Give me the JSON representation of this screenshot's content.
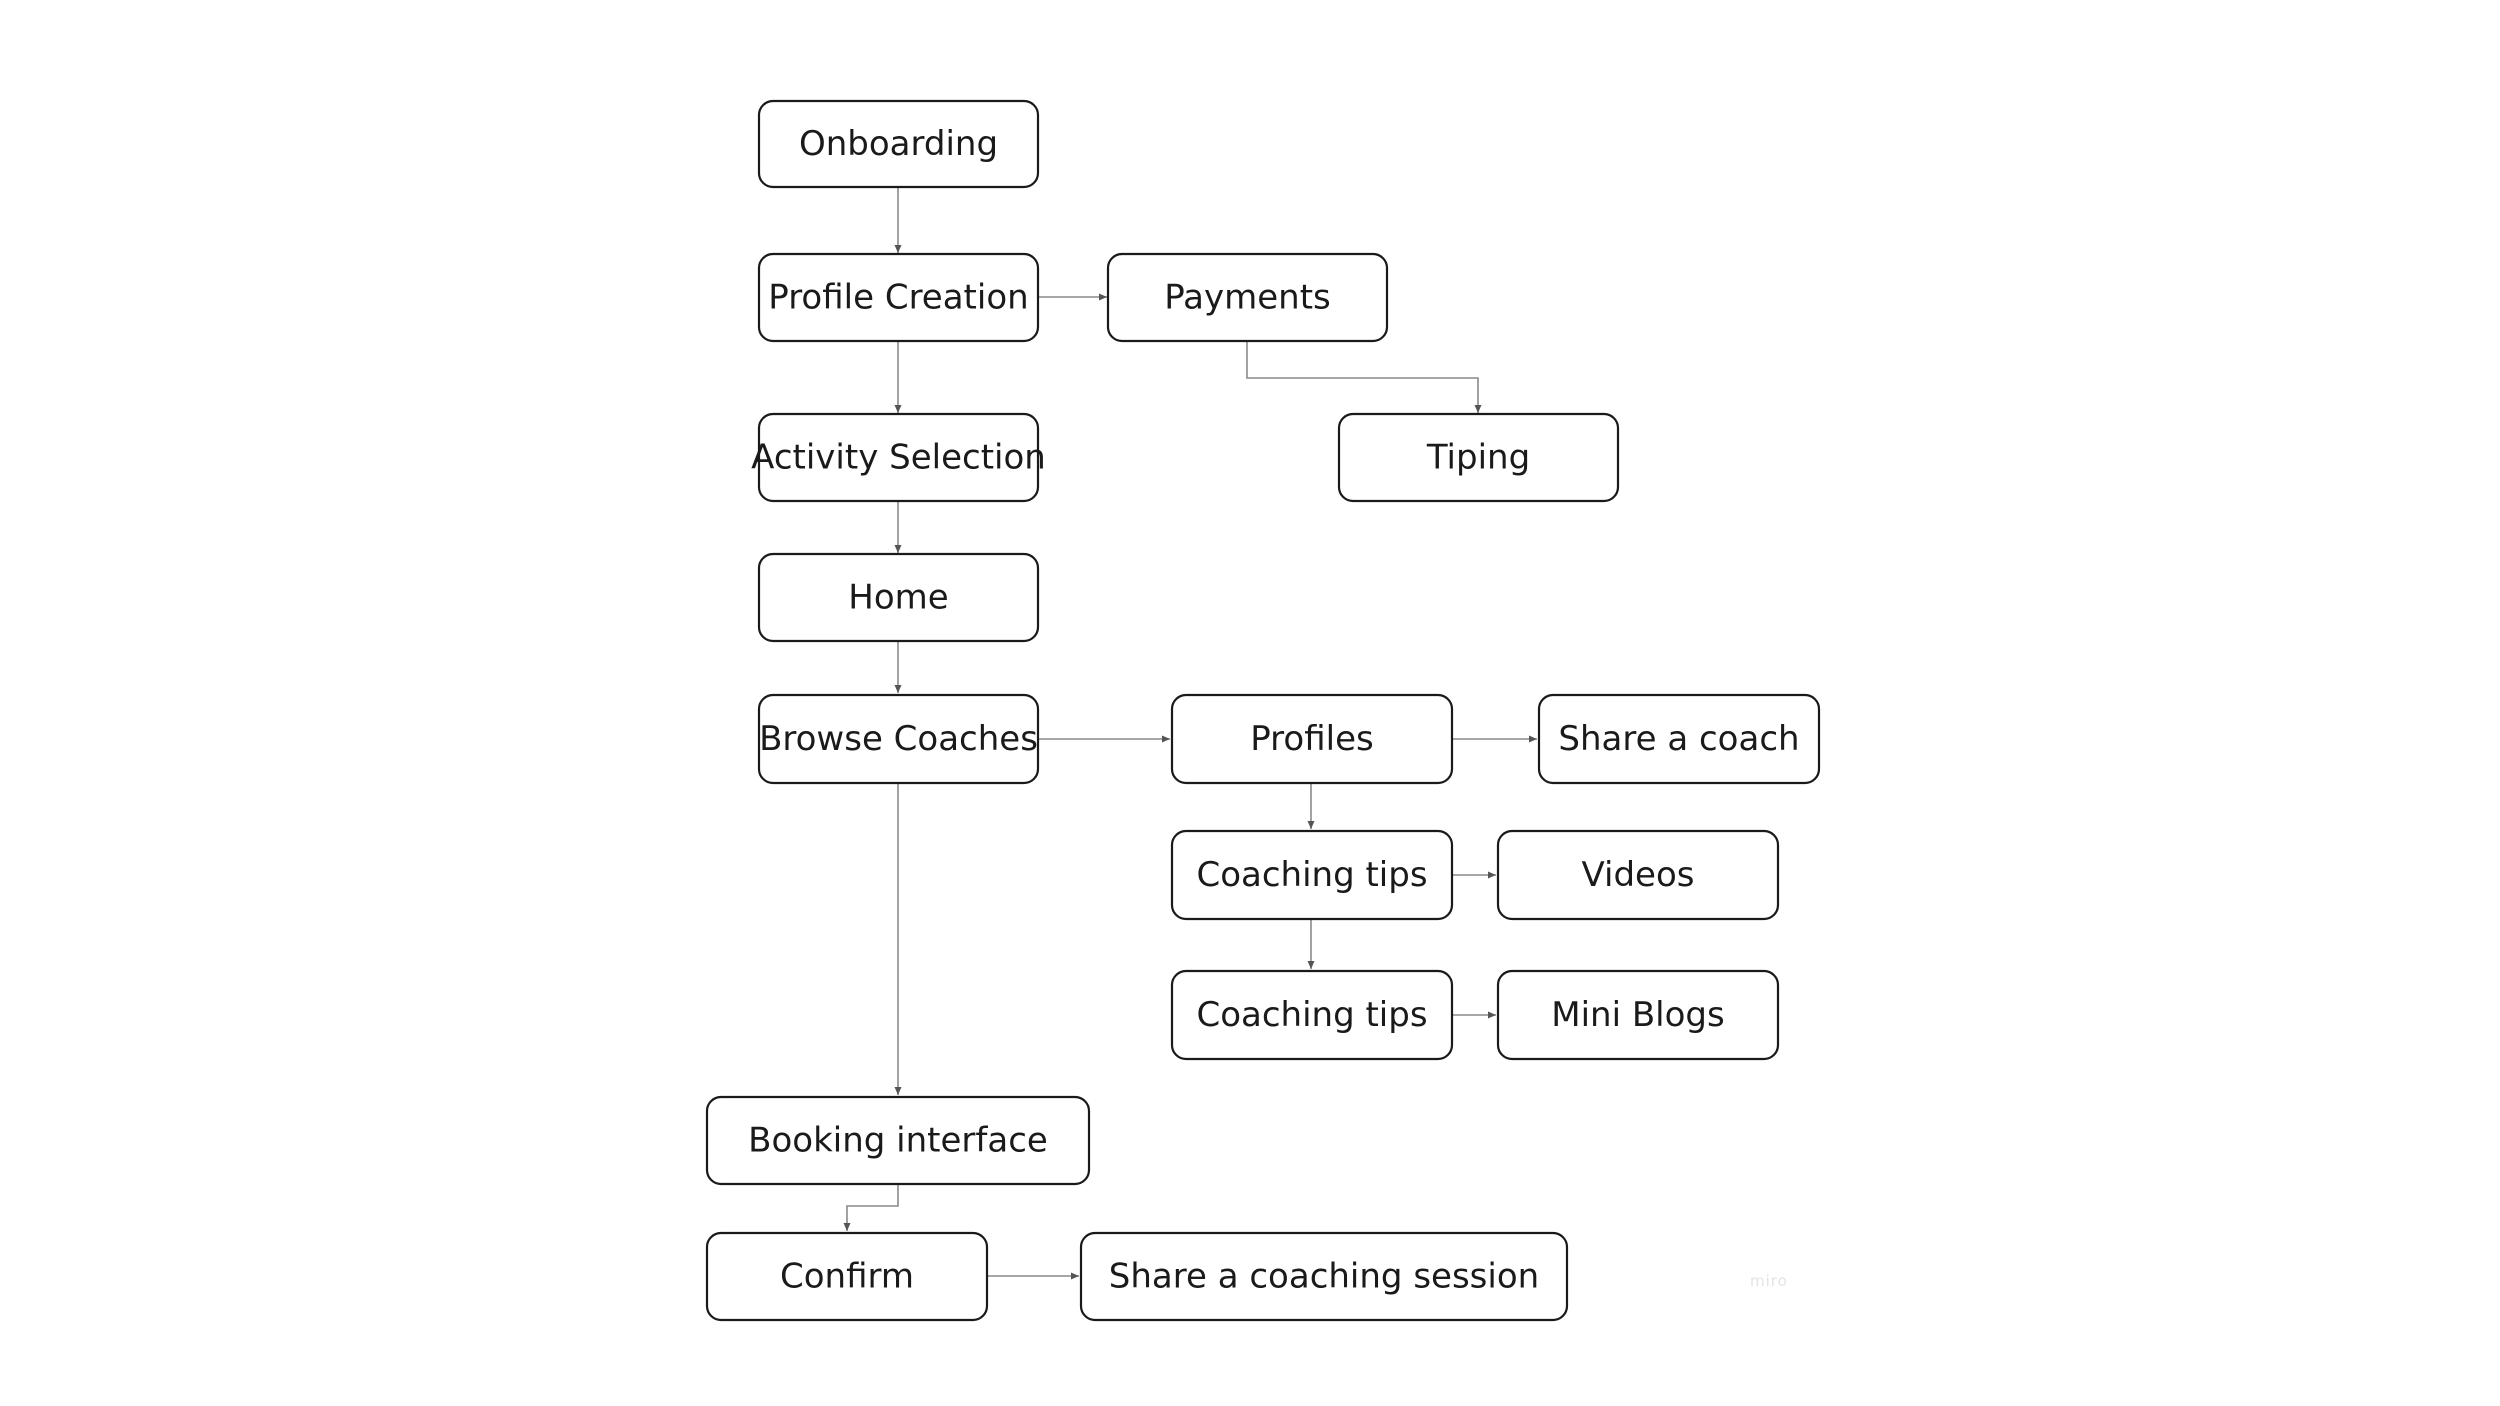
{
  "diagram": {
    "nodes": {
      "onboarding": "Onboarding",
      "profile_creation": "Profile Creation",
      "payments": "Payments",
      "tiping": "Tiping",
      "activity_selection": "Activity Selection",
      "home": "Home",
      "browse_coaches": "Browse Coaches",
      "profiles": "Profiles",
      "share_a_coach": "Share a coach",
      "coaching_tips_1": "Coaching tips",
      "videos": "Videos",
      "coaching_tips_2": "Coaching tips",
      "mini_blogs": "Mini Blogs",
      "booking_interface": "Booking interface",
      "confirm": "Confirm",
      "share_a_coaching_session": "Share a coaching session"
    },
    "edges": [
      [
        "onboarding",
        "profile_creation"
      ],
      [
        "profile_creation",
        "payments"
      ],
      [
        "payments",
        "tiping"
      ],
      [
        "profile_creation",
        "activity_selection"
      ],
      [
        "activity_selection",
        "home"
      ],
      [
        "home",
        "browse_coaches"
      ],
      [
        "browse_coaches",
        "profiles"
      ],
      [
        "profiles",
        "share_a_coach"
      ],
      [
        "profiles",
        "coaching_tips_1"
      ],
      [
        "coaching_tips_1",
        "videos"
      ],
      [
        "coaching_tips_1",
        "coaching_tips_2"
      ],
      [
        "coaching_tips_2",
        "mini_blogs"
      ],
      [
        "browse_coaches",
        "booking_interface"
      ],
      [
        "booking_interface",
        "confirm"
      ],
      [
        "confirm",
        "share_a_coaching_session"
      ]
    ],
    "colors": {
      "box_stroke": "#1a1a1a",
      "connector": "#8a8a8a",
      "text": "#1a1a1a"
    }
  },
  "watermark": "miro"
}
